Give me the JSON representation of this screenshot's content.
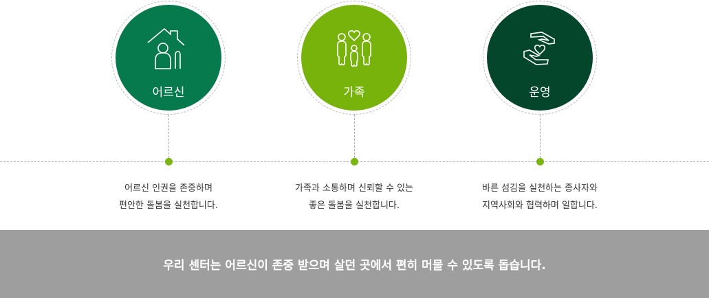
{
  "colors": {
    "elder": "#067a4c",
    "family": "#78b30c",
    "operation": "#04462b",
    "dot": "#7ab514",
    "band": "#9e9e9e"
  },
  "items": [
    {
      "title": "어르신",
      "icon": "house-elder-icon",
      "line1": "어르신 인권을 존중하며",
      "line2": "편안한 돌봄을 실천합니다."
    },
    {
      "title": "가족",
      "icon": "family-heart-icon",
      "line1": "가족과 소통하며 신뢰할 수 있는",
      "line2": "좋은 돌봄을 실천합니다."
    },
    {
      "title": "운영",
      "icon": "hands-heart-icon",
      "line1": "바른 섬김을 실천하는 종사자와",
      "line2": "지역사회와 협력하며 일합니다."
    }
  ],
  "banner": "우리 센터는 어르신이 존중 받으며 살던 곳에서 편히 머물 수 있도록 돕습니다."
}
